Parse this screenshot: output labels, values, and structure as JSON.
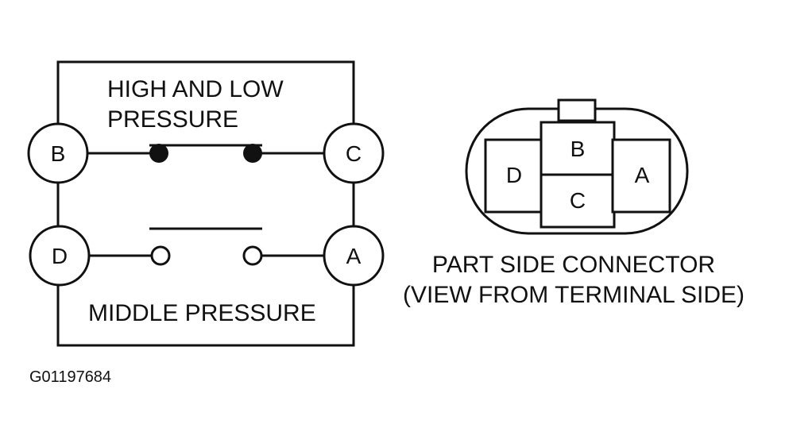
{
  "switch_diagram": {
    "label_high_low": [
      "HIGH AND LOW",
      "PRESSURE"
    ],
    "label_middle": "MIDDLE PRESSURE",
    "terminals": {
      "b": "B",
      "c": "C",
      "d": "D",
      "a": "A"
    }
  },
  "connector": {
    "cells": {
      "d": "D",
      "b": "B",
      "c": "C",
      "a": "A"
    },
    "caption": [
      "PART SIDE CONNECTOR",
      "(VIEW FROM TERMINAL SIDE)"
    ]
  },
  "figure_id": "G01197684",
  "colors": {
    "ink": "#111111",
    "background": "#ffffff"
  }
}
